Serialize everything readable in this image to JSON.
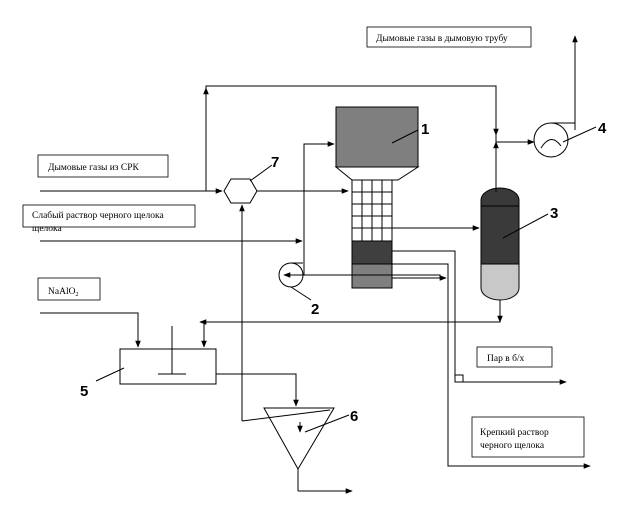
{
  "labels": {
    "flue_to_chimney": "Дымовые газы в дымовую трубу",
    "flue_from_srk": "Дымовые газы из СРК",
    "weak_liquor_line1": "Слабый раствор черного щелока",
    "weak_liquor_line2": "щелока",
    "naalo": "NaAlO",
    "naalo_sub": "2",
    "steam": "Пар в б/х",
    "strong_liquor_line1": "Крепкий раствор",
    "strong_liquor_line2": "черного щелока"
  },
  "numbers": {
    "n1": "1",
    "n2": "2",
    "n3": "3",
    "n4": "4",
    "n5": "5",
    "n6": "6",
    "n7": "7"
  },
  "colors": {
    "unit1_fill": "#7f7f7f",
    "bottom_dark": "#3f3f3f",
    "bottom_gray": "#7f7f7f",
    "column_dark": "#3a3a3a",
    "column_light": "#c8c8c8"
  }
}
